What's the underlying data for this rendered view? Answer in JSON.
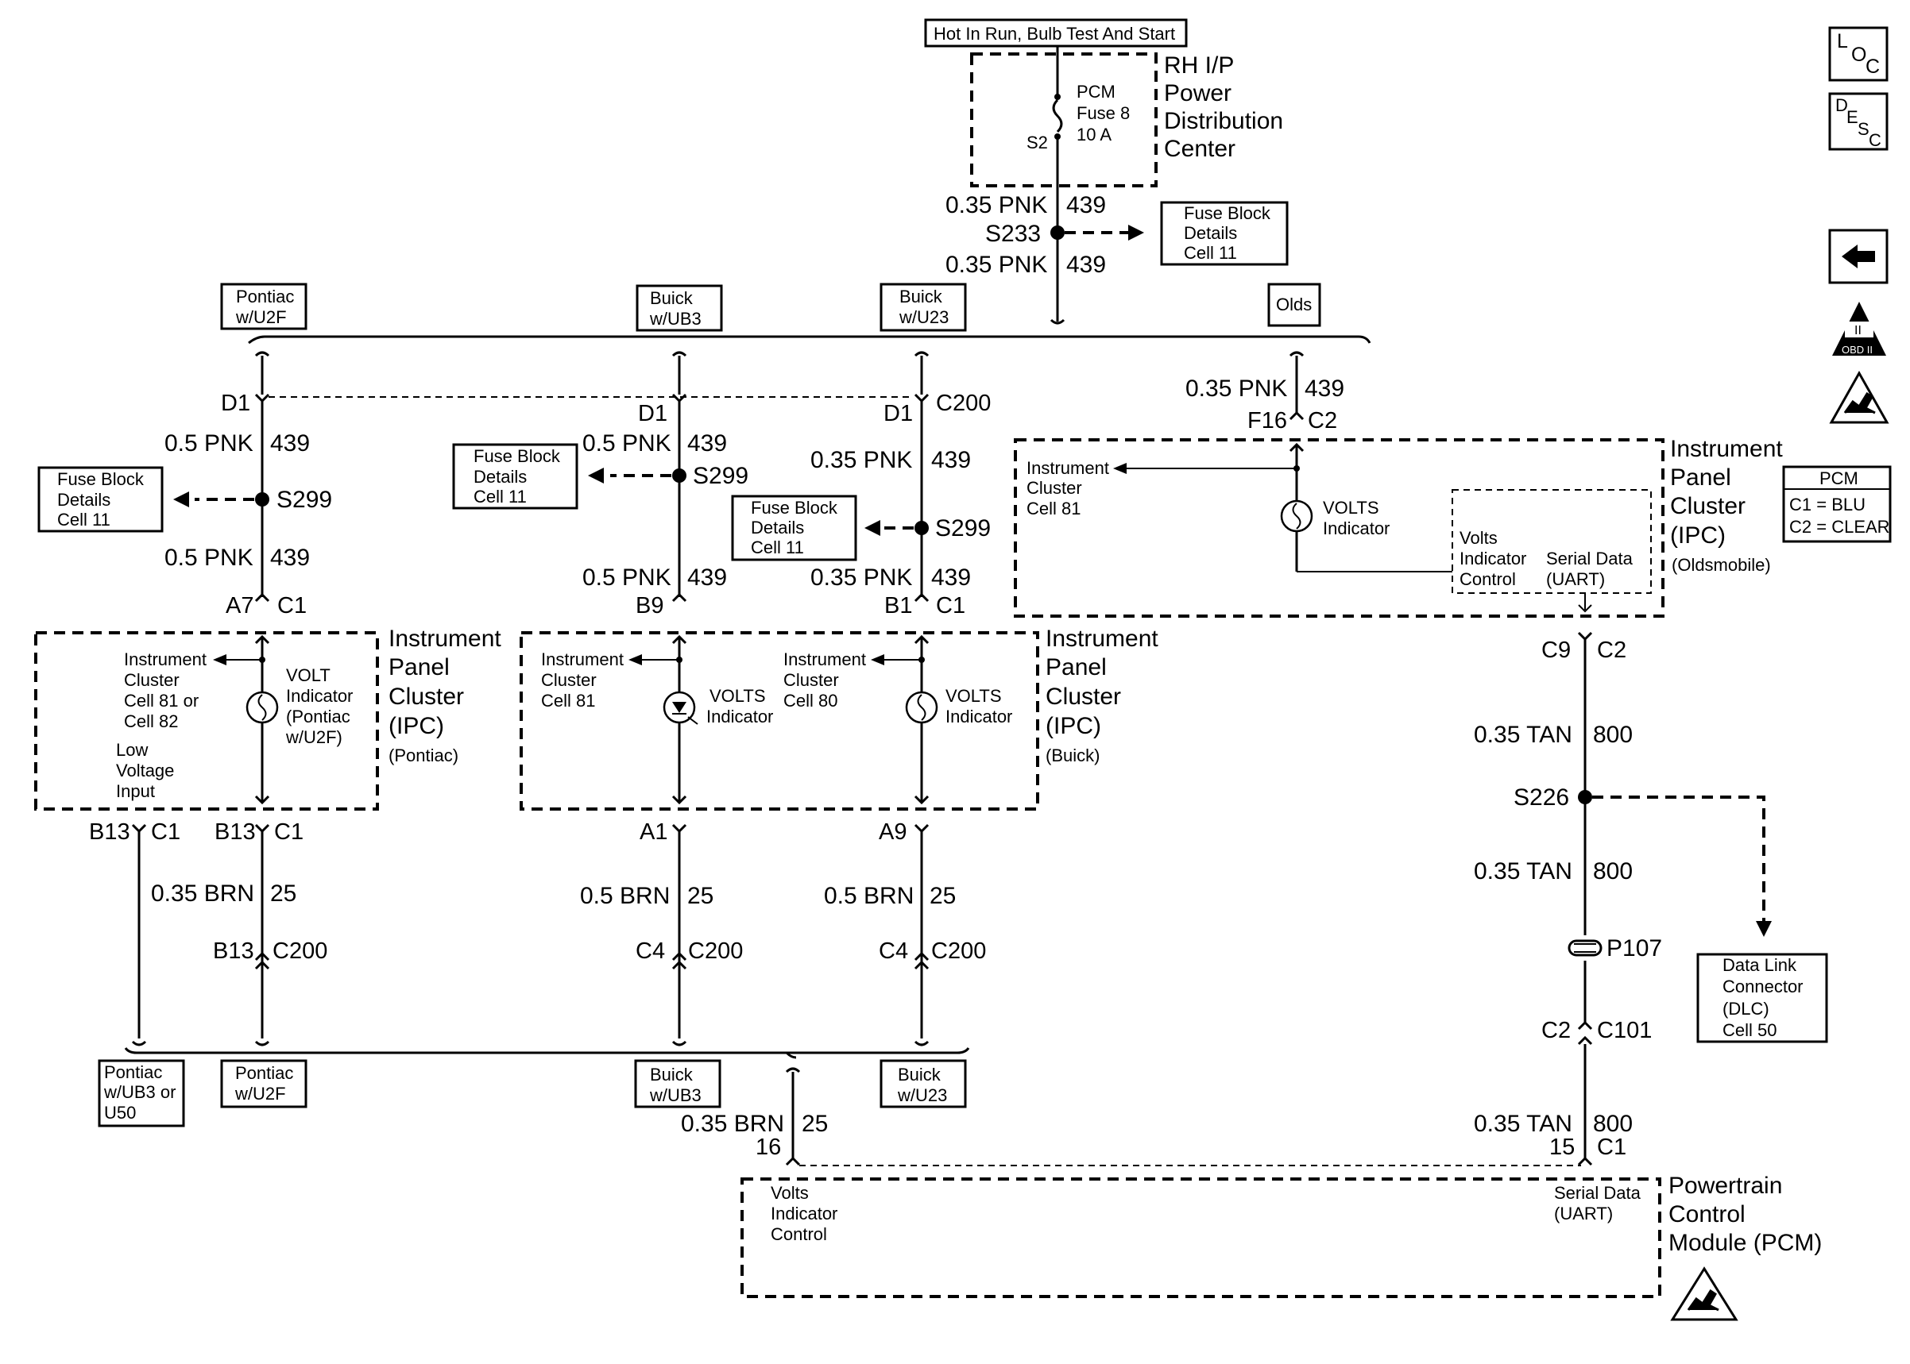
{
  "top": {
    "hot_label": "Hot In Run, Bulb Test And Start",
    "pdc_title": [
      "RH I/P",
      "Power",
      "Distribution",
      "Center"
    ],
    "fuse_label": [
      "PCM",
      "Fuse 8",
      "10 A"
    ],
    "s2": "S2",
    "wire1_gauge": "0.35 PNK",
    "wire1_circuit": "439",
    "s233": "S233",
    "wire2_gauge": "0.35 PNK",
    "wire2_circuit": "439",
    "fuse_block_ref": [
      "Fuse Block",
      "Details",
      "Cell 11"
    ]
  },
  "side_icons": {
    "loc": [
      "L",
      "O",
      "C"
    ],
    "desc": [
      "D",
      "E",
      "S",
      "C"
    ],
    "obd": "OBD II"
  },
  "pcm_legend": {
    "title": "PCM",
    "c1": "C1 = BLU",
    "c2": "C2 = CLEAR"
  },
  "option_top": {
    "pontiac_u2f": [
      "Pontiac",
      "w/U2F"
    ],
    "buick_ub3": [
      "Buick",
      "w/UB3"
    ],
    "buick_u23": [
      "Buick",
      "w/U23"
    ],
    "olds": "Olds"
  },
  "pontiac": {
    "d1": "D1",
    "w1_gauge": "0.5 PNK",
    "w1_circuit": "439",
    "splice": "S299",
    "fuse_ref": [
      "Fuse Block",
      "Details",
      "Cell 11"
    ],
    "w2_gauge": "0.5 PNK",
    "w2_circuit": "439",
    "a7": "A7",
    "c1": "C1",
    "ipc_inner": [
      "Instrument",
      "Cluster",
      "Cell 81 or",
      "Cell 82"
    ],
    "low_voltage": [
      "Low",
      "Voltage",
      "Input"
    ],
    "volt_ind": [
      "VOLT",
      "Indicator",
      "(Pontiac",
      "w/U2F)"
    ],
    "ipc_title": [
      "Instrument",
      "Panel",
      "Cluster",
      "(IPC)"
    ],
    "ipc_sub": "(Pontiac)",
    "b13a": "B13",
    "c1a": "C1",
    "b13b": "B13",
    "c1b": "C1",
    "brn_gauge": "0.35 BRN",
    "brn_circuit": "25",
    "b13c": "B13",
    "c200": "C200"
  },
  "buick": {
    "d1a": "D1",
    "d1b": "D1",
    "c200": "C200",
    "w1a_gauge": "0.5 PNK",
    "w1a_circuit": "439",
    "w1b_gauge": "0.35 PNK",
    "w1b_circuit": "439",
    "s299a": "S299",
    "s299b": "S299",
    "fuse_ref_a": [
      "Fuse Block",
      "Details",
      "Cell 11"
    ],
    "fuse_ref_b": [
      "Fuse Block",
      "Details",
      "Cell 11"
    ],
    "w2a_gauge": "0.5 PNK",
    "w2a_circuit": "439",
    "w2b_gauge": "0.35 PNK",
    "w2b_circuit": "439",
    "b9": "B9",
    "b1": "B1",
    "c1": "C1",
    "ipc_a": [
      "Instrument",
      "Cluster",
      "Cell 81"
    ],
    "ipc_b": [
      "Instrument",
      "Cluster",
      "Cell 80"
    ],
    "volts_a": [
      "VOLTS",
      "Indicator"
    ],
    "volts_b": [
      "VOLTS",
      "Indicator"
    ],
    "ipc_title": [
      "Instrument",
      "Panel",
      "Cluster",
      "(IPC)"
    ],
    "ipc_sub": "(Buick)",
    "a1": "A1",
    "a9": "A9",
    "brn_a_gauge": "0.5 BRN",
    "brn_a_circuit": "25",
    "brn_b_gauge": "0.5 BRN",
    "brn_b_circuit": "25",
    "c4a": "C4",
    "c200a": "C200",
    "c4b": "C4",
    "c200b": "C200"
  },
  "olds": {
    "w_gauge": "0.35 PNK",
    "w_circuit": "439",
    "f16": "F16",
    "c2": "C2",
    "ipc_inner": [
      "Instrument",
      "Cluster",
      "Cell 81"
    ],
    "volts": [
      "VOLTS",
      "Indicator"
    ],
    "vic": [
      "Volts",
      "Indicator",
      "Control"
    ],
    "serial": [
      "Serial Data",
      "(UART)"
    ],
    "ipc_title": [
      "Instrument",
      "Panel",
      "Cluster",
      "(IPC)"
    ],
    "ipc_sub": "(Oldsmobile)",
    "c9": "C9",
    "c2b": "C2",
    "tan1_gauge": "0.35 TAN",
    "tan1_circuit": "800",
    "s226": "S226",
    "tan2_gauge": "0.35 TAN",
    "tan2_circuit": "800",
    "p107": "P107",
    "dlc": [
      "Data Link",
      "Connector",
      "(DLC)",
      "Cell 50"
    ],
    "c2c": "C2",
    "c101": "C101",
    "tan3_gauge": "0.35 TAN",
    "tan3_circuit": "800",
    "pin15": "15",
    "c1": "C1"
  },
  "option_bottom": {
    "pontiac_ub3": [
      "Pontiac",
      "w/UB3 or",
      "U50"
    ],
    "pontiac_u2f": [
      "Pontiac",
      "w/U2F"
    ],
    "buick_ub3": [
      "Buick",
      "w/UB3"
    ],
    "buick_u23": [
      "Buick",
      "w/U23"
    ]
  },
  "pcm": {
    "brn_gauge": "0.35 BRN",
    "brn_circuit": "25",
    "pin16": "16",
    "vic": [
      "Volts",
      "Indicator",
      "Control"
    ],
    "serial": [
      "Serial Data",
      "(UART)"
    ],
    "title": [
      "Powertrain",
      "Control",
      "Module (PCM)"
    ]
  }
}
